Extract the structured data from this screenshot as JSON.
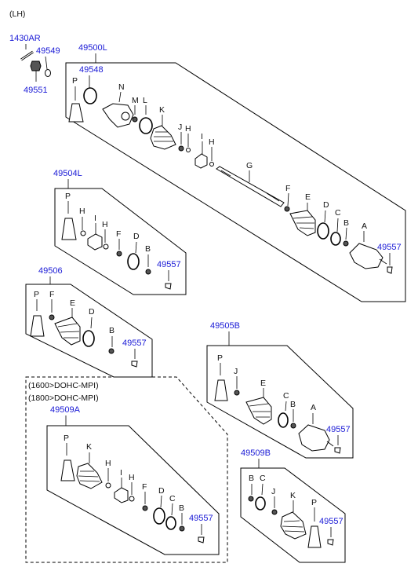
{
  "header": {
    "side": "(LH)"
  },
  "groups": {
    "fastener": {
      "bolt": "1430AR",
      "washer": "49549",
      "nut": "49551"
    },
    "g49500L": {
      "code": "49500L",
      "labels": {
        "boot_kit": "49548",
        "P": "P",
        "N": "N",
        "M": "M",
        "L": "L",
        "K": "K",
        "J": "J",
        "H1": "H",
        "I": "I",
        "H2": "H",
        "G": "G",
        "F": "F",
        "E": "E",
        "D": "D",
        "C": "C",
        "B": "B",
        "A": "A",
        "clip": "49557"
      }
    },
    "g49504L": {
      "code": "49504L",
      "labels": {
        "P": "P",
        "H1": "H",
        "I": "I",
        "H2": "H",
        "F": "F",
        "D": "D",
        "B": "B",
        "clip": "49557"
      }
    },
    "g49506": {
      "code": "49506",
      "labels": {
        "P": "P",
        "F": "F",
        "E": "E",
        "D": "D",
        "B": "B",
        "clip": "49557"
      }
    },
    "g49505B": {
      "code": "49505B",
      "labels": {
        "P": "P",
        "J": "J",
        "E": "E",
        "C": "C",
        "B": "B",
        "A": "A",
        "clip": "49557"
      }
    },
    "g49509A": {
      "code": "49509A",
      "note1": "(1600>DOHC-MPI)",
      "note2": "(1800>DOHC-MPI)",
      "labels": {
        "P": "P",
        "K": "K",
        "H1": "H",
        "I": "I",
        "H2": "H",
        "F": "F",
        "D": "D",
        "C": "C",
        "B": "B",
        "clip": "49557"
      }
    },
    "g49509B": {
      "code": "49509B",
      "labels": {
        "B": "B",
        "C": "C",
        "J": "J",
        "K": "K",
        "P": "P",
        "clip": "49557"
      }
    }
  }
}
